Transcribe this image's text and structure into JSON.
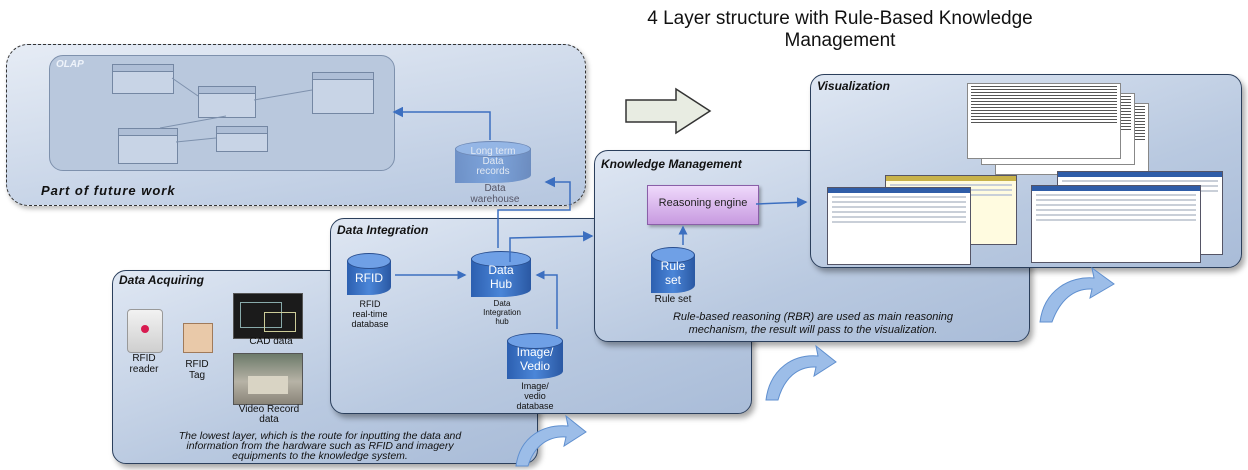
{
  "title_line1": "4 Layer structure with Rule-Based Knowledge",
  "title_line2": "Management",
  "olap": {
    "label": "OLAP",
    "future_work": "Part of future work",
    "db_label_line1": "Long term",
    "db_label_line2": "Data",
    "db_label_line3": "records",
    "db_caption_line1": "Data",
    "db_caption_line2": "warehouse"
  },
  "acquiring": {
    "title": "Data Acquiring",
    "rfid_reader_line1": "RFID",
    "rfid_reader_line2": "reader",
    "rfid_tag_line1": "RFID",
    "rfid_tag_line2": "Tag",
    "cad_caption": "CAD data",
    "video_caption_line1": "Video Record",
    "video_caption_line2": "data",
    "desc_line1": "The lowest layer,  which is the route for inputting the data and",
    "desc_line2": "information from the  hardware such as RFID and imagery",
    "desc_line3": "equipments to the knowledge system."
  },
  "integration": {
    "title": "Data Integration",
    "rfid_db": "RFID",
    "rfid_caption_line1": "RFID",
    "rfid_caption_line2": "real-time",
    "rfid_caption_line3": "database",
    "hub_line1": "Data",
    "hub_line2": "Hub",
    "hub_caption_line1": "Data",
    "hub_caption_line2": "Integration",
    "hub_caption_line3": "hub",
    "image_line1": "Image/",
    "image_line2": "Vedio",
    "image_caption_line1": "Image/",
    "image_caption_line2": "vedio",
    "image_caption_line3": "database"
  },
  "knowledge": {
    "title": "Knowledge Management",
    "engine": "Reasoning engine",
    "rule_line1": "Rule",
    "rule_line2": "set",
    "rule_caption": "Rule set",
    "desc_line1": "Rule-based reasoning (RBR) are used as main reasoning",
    "desc_line2": "mechanism, the result will pass to the visualization."
  },
  "visualization": {
    "title": "Visualization"
  },
  "colors": {
    "panel_border": "#2b3f5c",
    "cylinder": "#3f78cc",
    "arrow": "#3c6fc0",
    "engine_fill": "#d9b3ec"
  }
}
